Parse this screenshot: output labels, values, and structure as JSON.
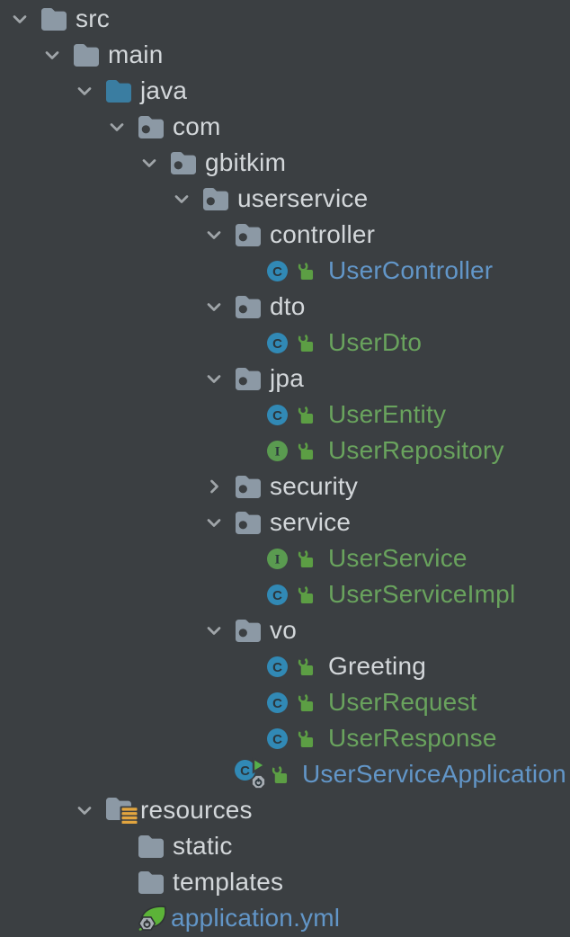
{
  "app": {
    "view": "project-tool-window"
  },
  "colors": {
    "background": "#3B3F42",
    "text_default": "#D3D7DA",
    "text_blue": "#6296C8",
    "text_green": "#69A35D",
    "chevron": "#A0A5A9",
    "folder": "#8C99A5",
    "source_root": "#3A7DA1",
    "class_badge": "#3189B5",
    "interface_badge": "#5A9B50",
    "badge_letter": "#2B363C",
    "lock": "#5C9E44",
    "resources_badge": "#E2A53F",
    "spring_leaf": "#5CB338",
    "spring_outline": "#2E3234",
    "run_triangle": "#57B04A",
    "gear_badge": "#A7ADB3"
  },
  "tree": {
    "rows": [
      {
        "label": "src",
        "level": 0,
        "chevron": "down",
        "icon": "folder",
        "lock": false,
        "color": "default"
      },
      {
        "label": "main",
        "level": 1,
        "chevron": "down",
        "icon": "folder",
        "lock": false,
        "color": "default"
      },
      {
        "label": "java",
        "level": 2,
        "chevron": "down",
        "icon": "source-folder",
        "lock": false,
        "color": "default"
      },
      {
        "label": "com",
        "level": 3,
        "chevron": "down",
        "icon": "package-folder",
        "lock": false,
        "color": "default"
      },
      {
        "label": "gbitkim",
        "level": 4,
        "chevron": "down",
        "icon": "package-folder",
        "lock": false,
        "color": "default"
      },
      {
        "label": "userservice",
        "level": 5,
        "chevron": "down",
        "icon": "package-folder",
        "lock": false,
        "color": "default"
      },
      {
        "label": "controller",
        "level": 6,
        "chevron": "down",
        "icon": "package-folder",
        "lock": false,
        "color": "default"
      },
      {
        "label": "UserController",
        "level": 7,
        "chevron": null,
        "icon": "class",
        "lock": true,
        "color": "blue"
      },
      {
        "label": "dto",
        "level": 6,
        "chevron": "down",
        "icon": "package-folder",
        "lock": false,
        "color": "default"
      },
      {
        "label": "UserDto",
        "level": 7,
        "chevron": null,
        "icon": "class",
        "lock": true,
        "color": "green"
      },
      {
        "label": "jpa",
        "level": 6,
        "chevron": "down",
        "icon": "package-folder",
        "lock": false,
        "color": "default"
      },
      {
        "label": "UserEntity",
        "level": 7,
        "chevron": null,
        "icon": "class",
        "lock": true,
        "color": "green"
      },
      {
        "label": "UserRepository",
        "level": 7,
        "chevron": null,
        "icon": "interface",
        "lock": true,
        "color": "green"
      },
      {
        "label": "security",
        "level": 6,
        "chevron": "right",
        "icon": "package-folder",
        "lock": false,
        "color": "default"
      },
      {
        "label": "service",
        "level": 6,
        "chevron": "down",
        "icon": "package-folder",
        "lock": false,
        "color": "default"
      },
      {
        "label": "UserService",
        "level": 7,
        "chevron": null,
        "icon": "interface",
        "lock": true,
        "color": "green"
      },
      {
        "label": "UserServiceImpl",
        "level": 7,
        "chevron": null,
        "icon": "class",
        "lock": true,
        "color": "green"
      },
      {
        "label": "vo",
        "level": 6,
        "chevron": "down",
        "icon": "package-folder",
        "lock": false,
        "color": "default"
      },
      {
        "label": "Greeting",
        "level": 7,
        "chevron": null,
        "icon": "class",
        "lock": true,
        "color": "default"
      },
      {
        "label": "UserRequest",
        "level": 7,
        "chevron": null,
        "icon": "class",
        "lock": true,
        "color": "green"
      },
      {
        "label": "UserResponse",
        "level": 7,
        "chevron": null,
        "icon": "class",
        "lock": true,
        "color": "green"
      },
      {
        "label": "UserServiceApplication",
        "level": 6,
        "chevron": null,
        "icon": "run-class",
        "lock": true,
        "color": "blue"
      },
      {
        "label": "resources",
        "level": 2,
        "chevron": "down",
        "icon": "resources-folder",
        "lock": false,
        "color": "default"
      },
      {
        "label": "static",
        "level": 3,
        "chevron": null,
        "icon": "folder",
        "lock": false,
        "color": "default"
      },
      {
        "label": "templates",
        "level": 3,
        "chevron": null,
        "icon": "folder",
        "lock": false,
        "color": "default"
      },
      {
        "label": "application.yml",
        "level": 3,
        "chevron": null,
        "icon": "spring-config",
        "lock": false,
        "color": "blue"
      }
    ]
  }
}
